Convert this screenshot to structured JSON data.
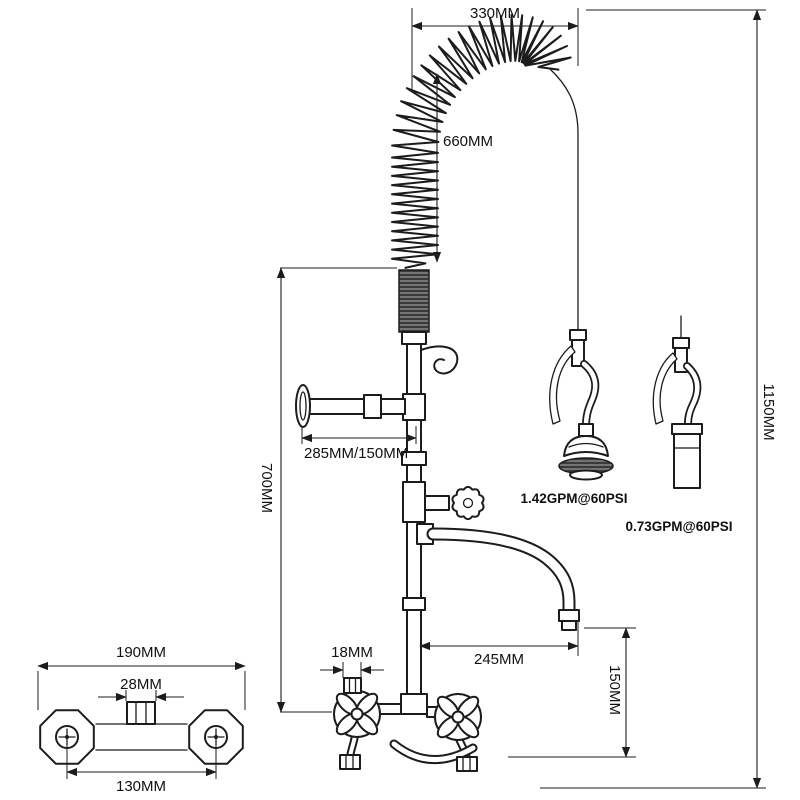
{
  "diagram": {
    "line_color": "#1c1c1c",
    "background": "#ffffff",
    "dimensions": {
      "hose_arc_width": "330MM",
      "hose_length": "660MM",
      "overall_height": "1150MM",
      "addon_arm": "285MM/150MM",
      "riser_height": "700MM",
      "spout_reach": "245MM",
      "spout_clearance": "150MM",
      "inlet_adapter": "18MM",
      "bracket_width": "190MM",
      "center_inlet": "28MM",
      "hole_centers": "130MM"
    },
    "spray_heads": {
      "primary": {
        "flow": "1.42GPM@60PSI"
      },
      "alternate": {
        "flow": "0.73GPM@60PSI"
      }
    }
  }
}
